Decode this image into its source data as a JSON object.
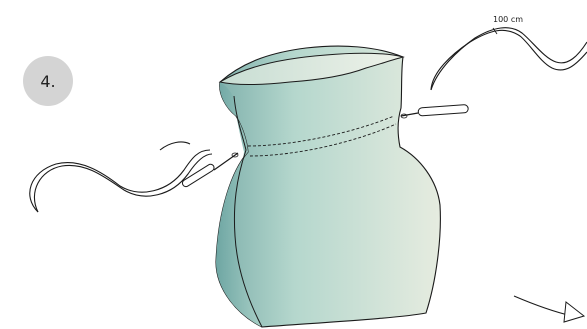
{
  "step": {
    "number": "4."
  },
  "annotations": {
    "cord_length": "100 cm"
  },
  "colors": {
    "fabric_light": "#e6ece0",
    "fabric_mid": "#bfdcd2",
    "fabric_dark": "#7fb0ac",
    "outline": "#1b1b1b",
    "badge": "#d4d4d4",
    "tool_handle": "#ffffff"
  },
  "icons": [
    "bag-illustration",
    "cord-right-icon",
    "cord-left-icon",
    "bodkin-right-icon",
    "bodkin-left-icon",
    "arrow-icon"
  ]
}
